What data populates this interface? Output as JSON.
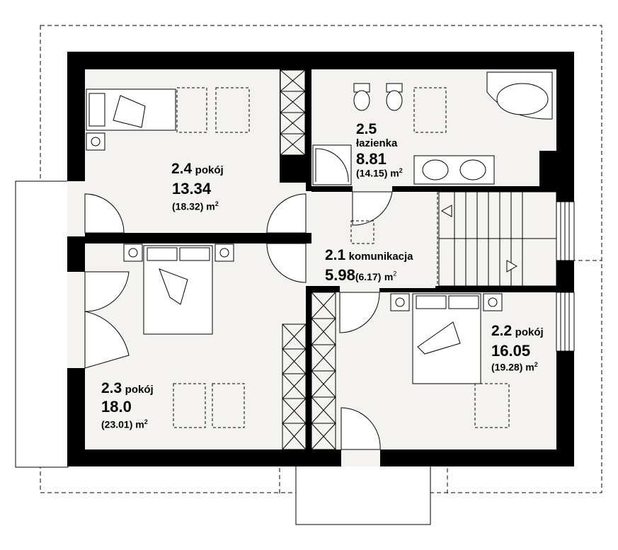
{
  "rooms": {
    "r24": {
      "number": "2.4",
      "name": "pokój",
      "area": "13.34",
      "area_full": "(18.32)",
      "unit": "m"
    },
    "r25": {
      "number": "2.5",
      "name": "łazienka",
      "area": "8.81",
      "area_full": "(14.15)",
      "unit": "m"
    },
    "r21": {
      "number": "2.1",
      "name": "komunikacja",
      "area": "5.98",
      "area_full": "(6.17)",
      "unit": "m"
    },
    "r22": {
      "number": "2.2",
      "name": "pokój",
      "area": "16.05",
      "area_full": "(19.28)",
      "unit": "m"
    },
    "r23": {
      "number": "2.3",
      "name": "pokój",
      "area": "18.0",
      "area_full": "(23.01)",
      "unit": "m"
    }
  },
  "unit_power": "2",
  "colors": {
    "wall": "#000000",
    "floor": "#f4f3ef",
    "line": "#000000"
  }
}
